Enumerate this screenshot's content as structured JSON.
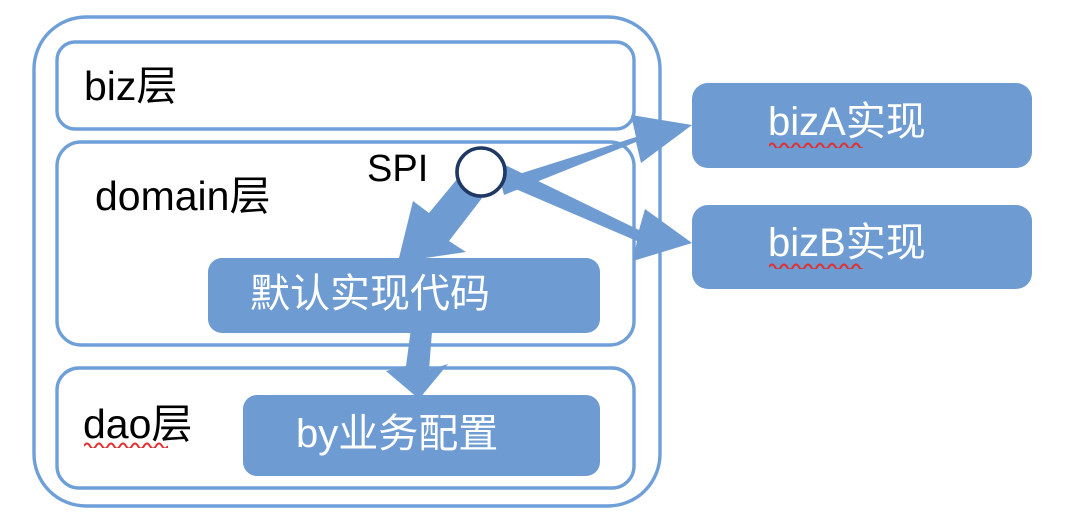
{
  "diagram": {
    "type": "layered-architecture-spi",
    "title": "",
    "colors": {
      "box_fill": "#6e9bd1",
      "box_stroke": "#6e9bd1",
      "container_stroke": "#6f9fd8",
      "arrow_fill": "#6e9bd1",
      "circle_stroke": "#1f3864",
      "dark_text": "#000000",
      "white_text": "#ffffff",
      "spellcheck_underline": "#e03030",
      "background": "#ffffff"
    },
    "outer_container": {
      "name": "application-container"
    },
    "layers": [
      {
        "id": "biz",
        "label": "biz层",
        "spellcheck": false
      },
      {
        "id": "domain",
        "label": "domain层",
        "spellcheck": false
      },
      {
        "id": "dao",
        "label": "dao层",
        "spellcheck": true
      }
    ],
    "spi": {
      "label": "SPI",
      "node_shape": "circle"
    },
    "inner_boxes": [
      {
        "id": "default-impl",
        "label": "默认实现代码",
        "spellcheck": false
      },
      {
        "id": "by-business-config",
        "label": "by业务配置",
        "spellcheck": false
      }
    ],
    "external_boxes": [
      {
        "id": "bizA",
        "label": "bizA实现",
        "spellcheck": true
      },
      {
        "id": "bizB",
        "label": "bizB实现",
        "spellcheck": true
      }
    ],
    "arrows": [
      {
        "id": "spi-to-bizA",
        "from": "SPI",
        "to": "bizA实现"
      },
      {
        "id": "spi-to-bizB",
        "from": "SPI",
        "to": "bizB实现"
      },
      {
        "id": "spi-to-default-impl",
        "from": "SPI",
        "to": "默认实现代码"
      },
      {
        "id": "default-impl-to-config",
        "from": "默认实现代码",
        "to": "by业务配置"
      }
    ]
  }
}
